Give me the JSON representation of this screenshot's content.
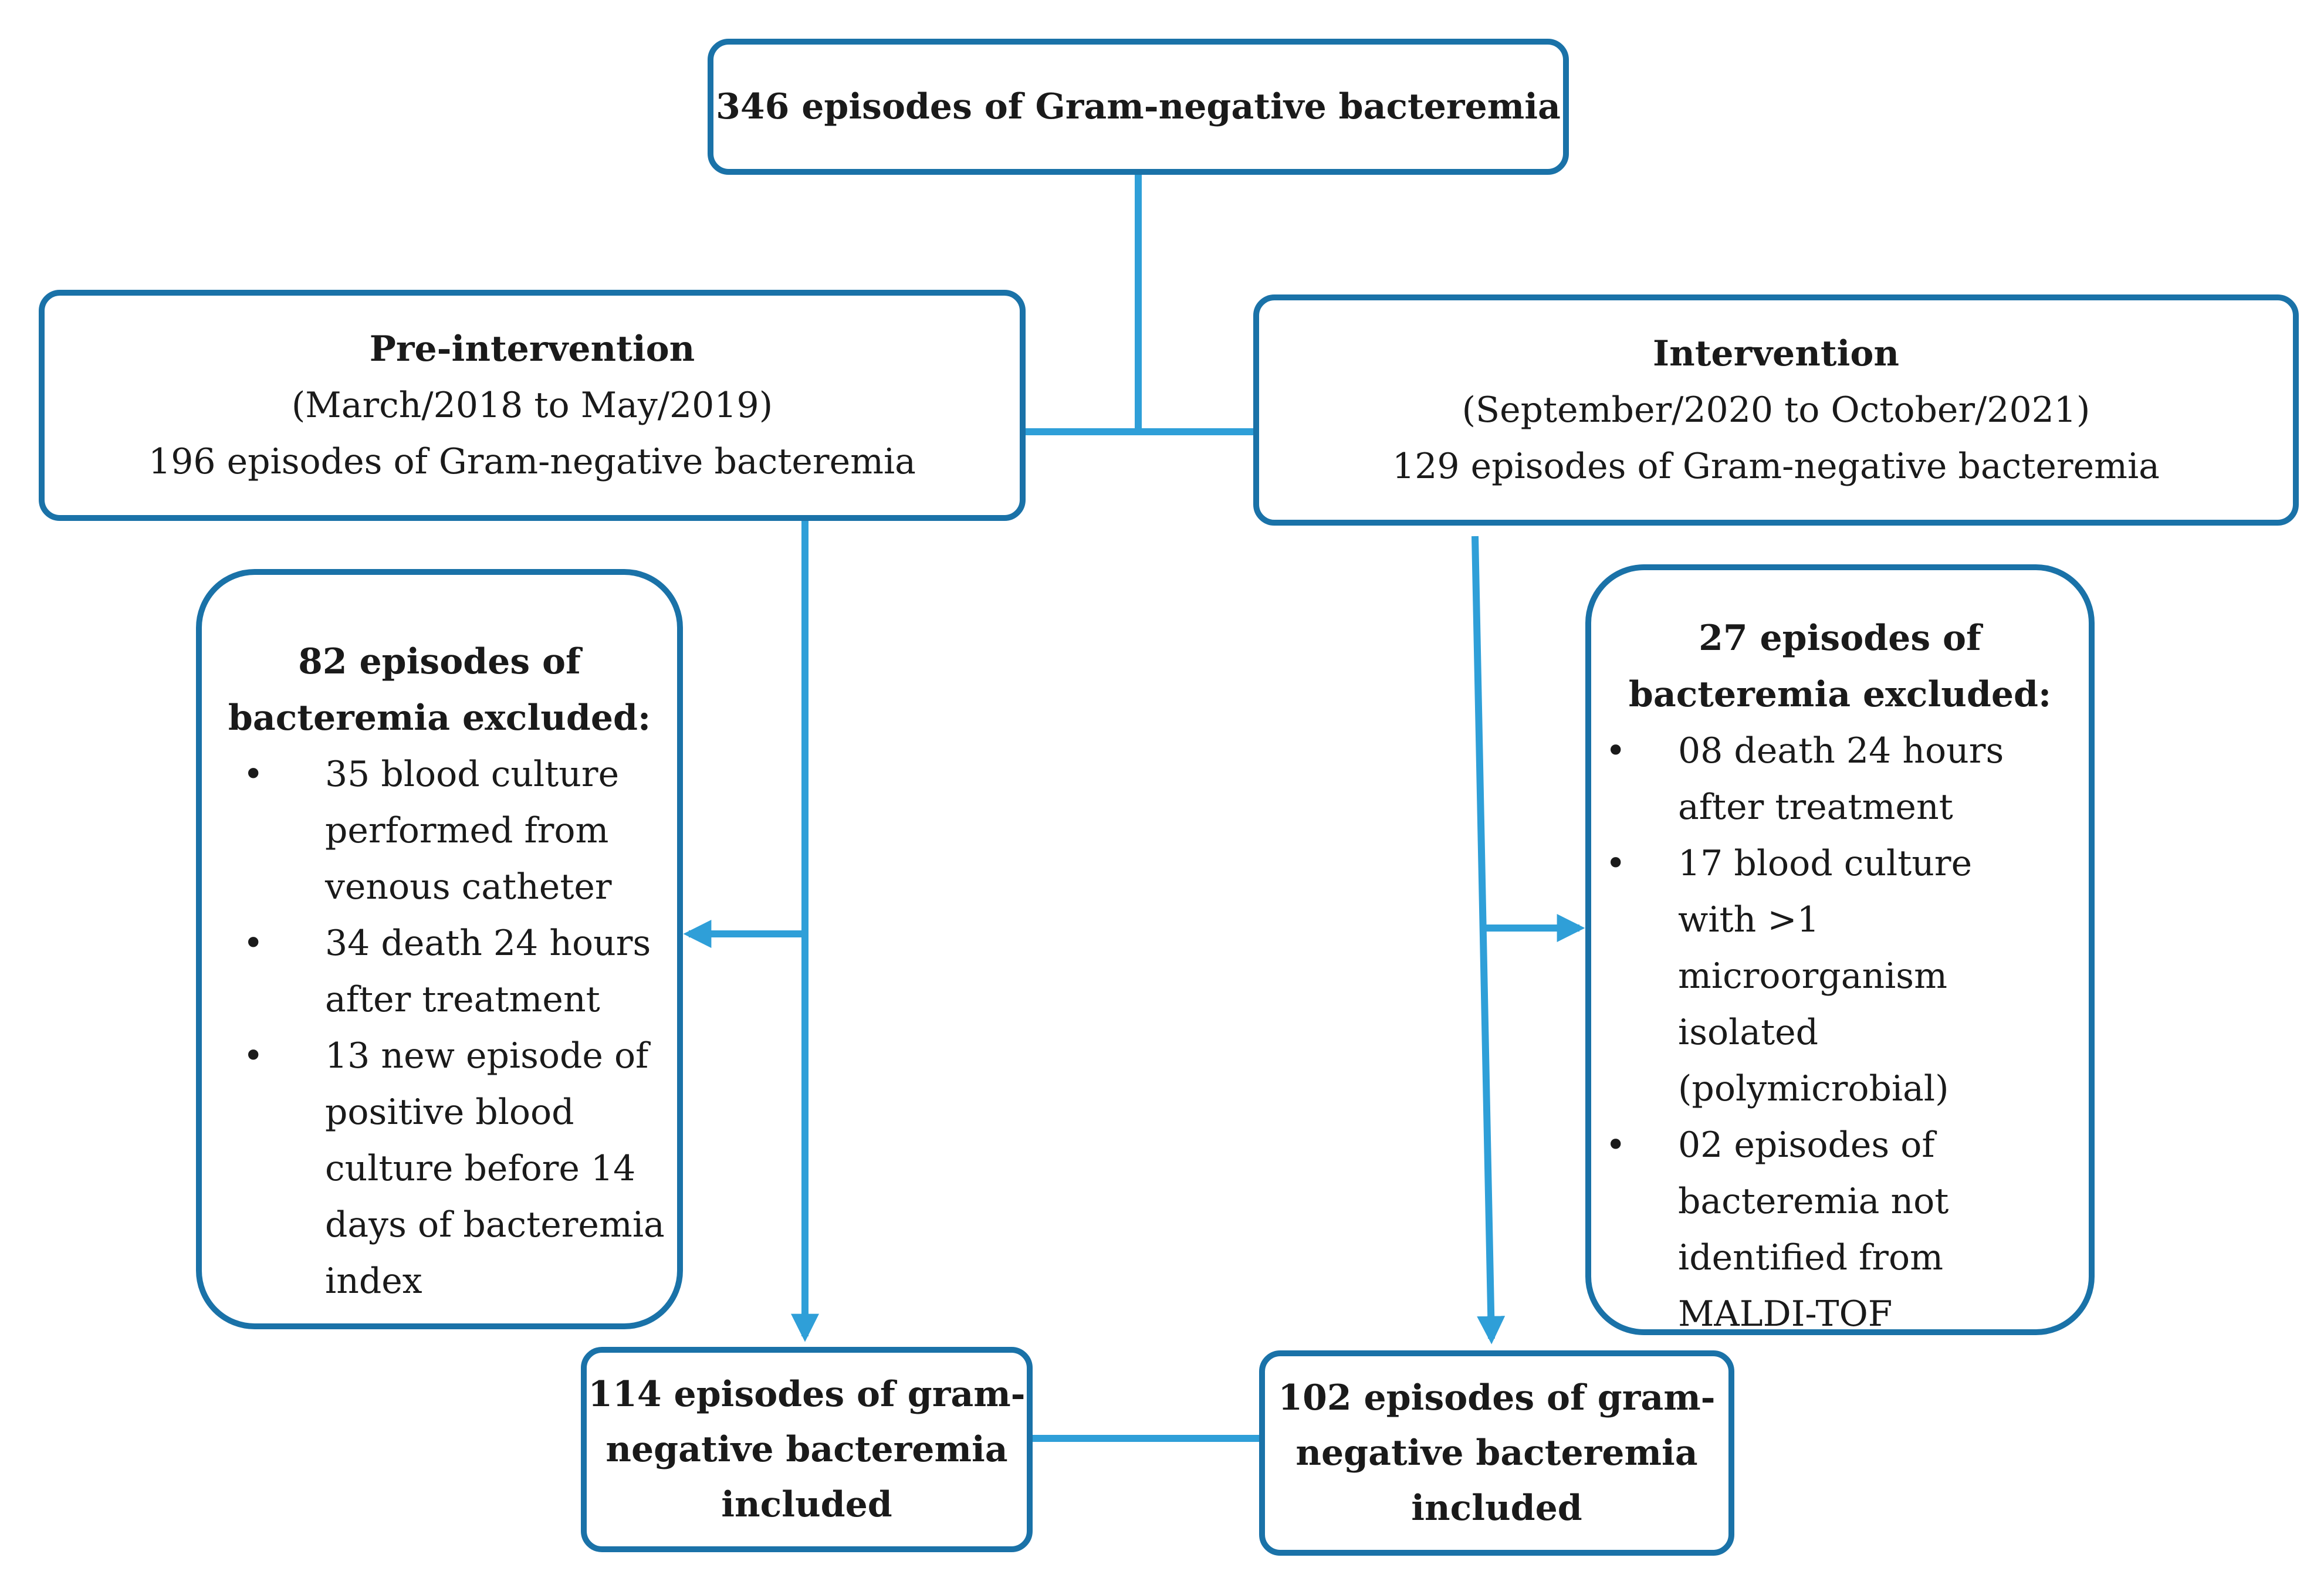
{
  "colors": {
    "box_border": "#1a72a8",
    "connector": "#2f9fd8",
    "text": "#1a1a1a"
  },
  "top": {
    "title": "346 episodes of Gram-negative bacteremia"
  },
  "pre": {
    "title": "Pre-intervention",
    "period": "(March/2018 to May/2019)",
    "count": "196 episodes of Gram-negative bacteremia"
  },
  "intervention": {
    "title": "Intervention",
    "period": "(September/2020 to October/2021)",
    "count": "129 episodes of Gram-negative bacteremia"
  },
  "excluded_left": {
    "title_lines": [
      "82 episodes of",
      "bacteremia excluded:"
    ],
    "items": [
      {
        "lines": [
          "35 blood culture",
          "performed from",
          "venous catheter"
        ]
      },
      {
        "lines": [
          "34 death 24 hours",
          "after treatment"
        ]
      },
      {
        "lines": [
          "13 new episode of",
          "positive blood",
          "culture before 14",
          "days of bacteremia",
          "index"
        ]
      }
    ]
  },
  "excluded_right": {
    "title_lines": [
      "27 episodes of",
      "bacteremia excluded:"
    ],
    "items": [
      {
        "lines": [
          "08 death 24 hours",
          "after treatment"
        ]
      },
      {
        "lines": [
          "17 blood culture",
          "with >1",
          "microorganism",
          "isolated",
          "(polymicrobial)"
        ]
      },
      {
        "lines": [
          "02 episodes of",
          "bacteremia not",
          "identified from",
          "MALDI-TOF"
        ]
      }
    ]
  },
  "included_left": {
    "lines": [
      "114 episodes of gram-",
      "negative bacteremia",
      "included"
    ]
  },
  "included_right": {
    "lines": [
      "102 episodes of gram-",
      "negative bacteremia",
      "included"
    ]
  }
}
